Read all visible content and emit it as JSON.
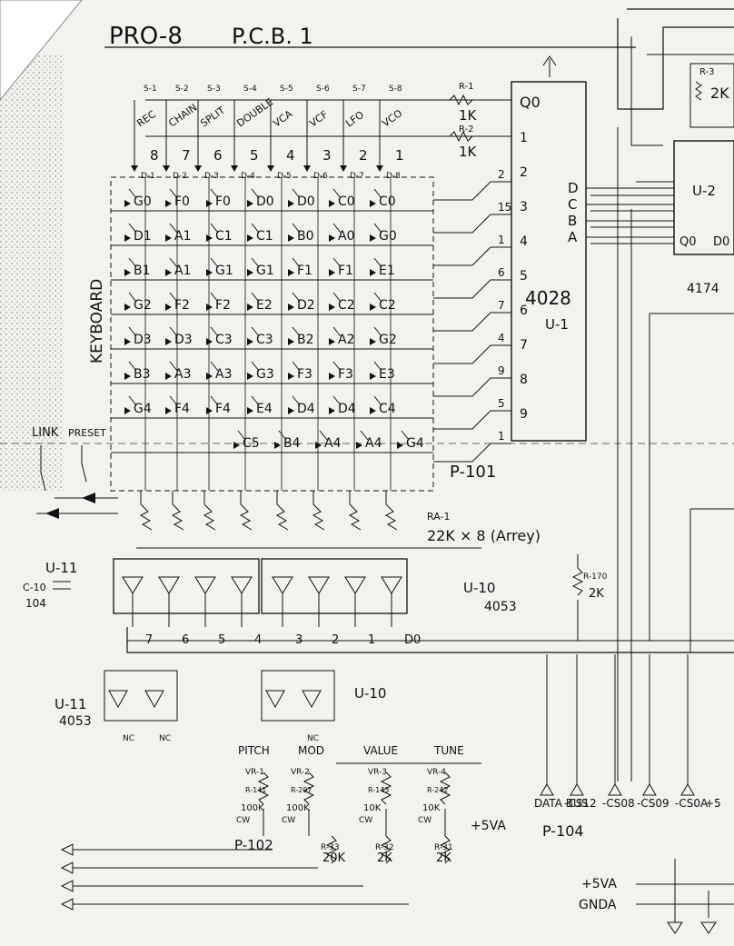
{
  "title": "PRO-8",
  "subtitle": "P.C.B. 1",
  "keyboard_label": "KEYBOARD",
  "link_label": "LINK",
  "preset_label": "PRESET",
  "connectors": {
    "p101": "P-101",
    "p102": "P-102",
    "p104": "P-104"
  },
  "switch_labels": [
    "S-1",
    "S-2",
    "S-3",
    "S-4",
    "S-5",
    "S-6",
    "S-7",
    "S-8"
  ],
  "function_labels": [
    "REC",
    "CHAIN",
    "SPLIT",
    "DOUBLE",
    "VCA",
    "VCF",
    "LFO",
    "VCO"
  ],
  "digit_labels": [
    "8",
    "7",
    "6",
    "5",
    "4",
    "3",
    "2",
    "1"
  ],
  "diode_labels": [
    "D-1",
    "D-2",
    "D-3",
    "D-4",
    "D-5",
    "D-6",
    "D-7",
    "D-8"
  ],
  "key_grid": [
    [
      "G0",
      "F0",
      "F0",
      "D0",
      "D0",
      "C0",
      "C0"
    ],
    [
      "D1",
      "A1",
      "C1",
      "C1",
      "B0",
      "A0",
      "G0"
    ],
    [
      "B1",
      "A1",
      "G1",
      "G1",
      "F1",
      "F1",
      "E1"
    ],
    [
      "G2",
      "F2",
      "F2",
      "E2",
      "D2",
      "C2",
      "C2"
    ],
    [
      "D3",
      "D3",
      "C3",
      "C3",
      "B2",
      "A2",
      "G2"
    ],
    [
      "B3",
      "A3",
      "A3",
      "G3",
      "F3",
      "F3",
      "E3"
    ],
    [
      "G4",
      "F4",
      "F4",
      "E4",
      "D4",
      "D4",
      "C4"
    ],
    [
      "C5",
      "B4",
      "A4",
      "A4",
      "G4"
    ]
  ],
  "u1": {
    "part": "4028",
    "name": "U-1",
    "pins": [
      "Q0",
      "1",
      "2",
      "3",
      "4",
      "5",
      "6",
      "7",
      "8",
      "9"
    ],
    "inputs": [
      "D",
      "C",
      "B",
      "A"
    ]
  },
  "u2": {
    "part": "4174",
    "name": "U-2",
    "pins": [
      "Q0",
      "D0"
    ]
  },
  "resistors": {
    "r1": "R-1",
    "r1_val": "1K",
    "r2": "R-2",
    "r2_val": "1K",
    "r3": "R-3",
    "r3_val": "2K",
    "ra1": "RA-1",
    "ra1_val": "22K × 8 (Arrey)",
    "r170": "R-170",
    "r170_val": "2K"
  },
  "u10": {
    "name": "U-10",
    "part": "4053"
  },
  "u11": {
    "name": "U-11",
    "part": "4053"
  },
  "c10": {
    "name": "C-10",
    "value": "104"
  },
  "bus_bits": [
    "7",
    "6",
    "5",
    "4",
    "3",
    "2",
    "1",
    "D0"
  ],
  "pot_headers": [
    "PITCH",
    "MOD",
    "VALUE",
    "TUNE"
  ],
  "pots": [
    {
      "name": "VR-1",
      "ref": "R-141",
      "value": "100K"
    },
    {
      "name": "VR-2",
      "ref": "R-207",
      "value": "100K"
    },
    {
      "name": "VR-3",
      "ref": "R-143",
      "value": "10K"
    },
    {
      "name": "VR-4",
      "ref": "R-242",
      "value": "10K"
    }
  ],
  "pot_resistors": [
    {
      "name": "R-33",
      "value": "20K"
    },
    {
      "name": "R-32",
      "value": "2K"
    },
    {
      "name": "R-31",
      "value": "2K"
    }
  ],
  "cw": "CW",
  "supply": "+5VA",
  "supply_bottom": "+5VA",
  "ground": "GNDA",
  "bus_signals": [
    "DATA BUS",
    "-CS12",
    "-CS08",
    "-CS09",
    "-CS0A",
    "+5"
  ],
  "nc": "NC"
}
